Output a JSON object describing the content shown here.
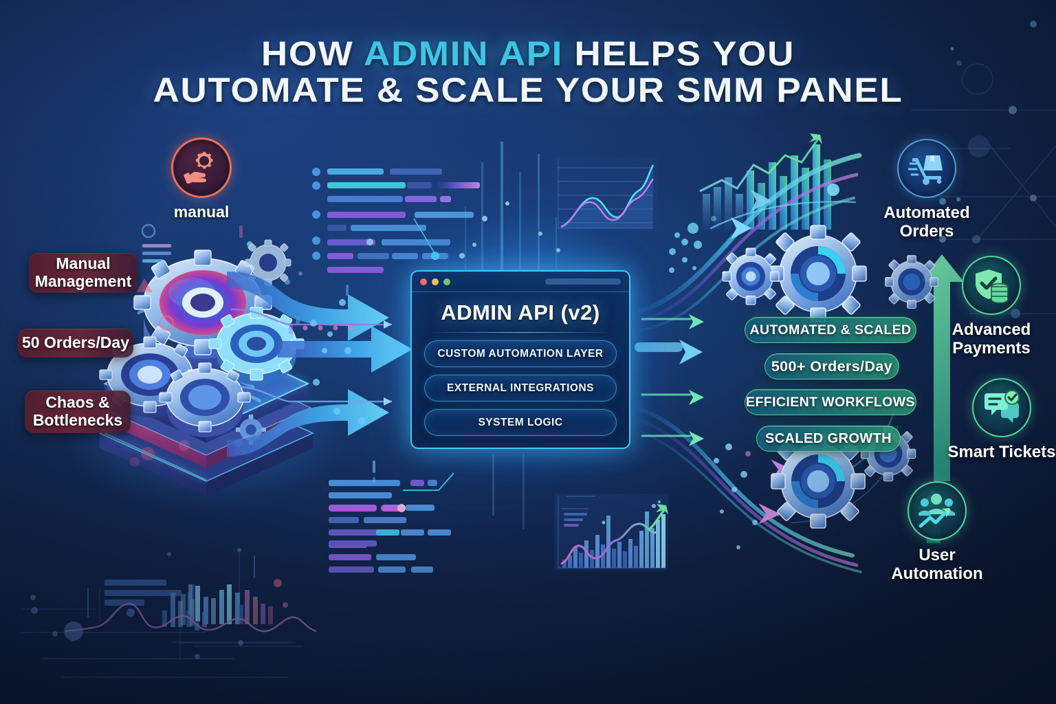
{
  "title": {
    "line1_a": "HOW ",
    "line1_hl": "ADMIN API",
    "line1_b": " HELPS YOU",
    "line2": "AUTOMATE & SCALE YOUR SMM PANEL"
  },
  "left_side": {
    "badge": {
      "label": "manual",
      "icon": "hand-gear-icon"
    },
    "pills": [
      {
        "label": "Manual Management"
      },
      {
        "label": "50 Orders/Day"
      },
      {
        "label": "Chaos & Bottlenecks"
      }
    ],
    "illustration": "isometric-gears-stack"
  },
  "center_panel": {
    "window_dots": [
      "red",
      "yellow",
      "green"
    ],
    "title": "ADMIN API (v2)",
    "chips": [
      {
        "label": "CUSTOM AUTOMATION LAYER"
      },
      {
        "label": "EXTERNAL INTEGRATIONS"
      },
      {
        "label": "SYSTEM LOGIC"
      }
    ]
  },
  "right_side": {
    "pills": [
      {
        "label": "AUTOMATED & SCALED"
      },
      {
        "label": "500+ Orders/Day"
      },
      {
        "label": "EFFICIENT WORKFLOWS"
      },
      {
        "label": "SCALED GROWTH"
      }
    ],
    "features": [
      {
        "label": "Automated Orders",
        "icon": "delivery-cart-icon",
        "tone": "blue"
      },
      {
        "label": "Advanced Payments",
        "icon": "shield-check-coins-icon",
        "tone": "green"
      },
      {
        "label": "Smart Tickets",
        "icon": "chat-check-icon",
        "tone": "green"
      },
      {
        "label": "User Automation",
        "icon": "users-growth-arrow-icon",
        "tone": "green"
      }
    ]
  },
  "colors": {
    "background_top": "#1d4080",
    "background_bottom": "#0c1830",
    "accent_cyan": "#3fc4e8",
    "accent_green": "#4fd9a4",
    "accent_red": "#e8705c",
    "panel_border": "#45c8f5"
  },
  "chart_data": [
    {
      "type": "line",
      "id": "top-line-chart",
      "title": "",
      "x": [
        0,
        1,
        2,
        3,
        4,
        5,
        6,
        7,
        8,
        9,
        10
      ],
      "series": [
        {
          "name": "cyan",
          "values": [
            2,
            14,
            22,
            20,
            16,
            34,
            44,
            38,
            34,
            52,
            68
          ]
        },
        {
          "name": "magenta",
          "values": [
            2,
            18,
            30,
            26,
            16,
            26,
            38,
            34,
            30,
            40,
            52
          ]
        }
      ],
      "grid": true,
      "ylim": [
        0,
        75
      ],
      "xlabel": "",
      "ylabel": ""
    },
    {
      "type": "bar",
      "id": "bottom-bar-chart",
      "title": "",
      "categories": [
        "1",
        "2",
        "3",
        "4",
        "5",
        "6",
        "7",
        "8",
        "9",
        "10",
        "11",
        "12",
        "13",
        "14",
        "15",
        "16",
        "17",
        "18",
        "19",
        "20"
      ],
      "values": [
        10,
        18,
        14,
        26,
        22,
        40,
        30,
        55,
        24,
        32,
        28,
        46,
        38,
        52,
        44,
        70,
        50,
        62,
        58,
        78
      ],
      "overlay_line": [
        8,
        22,
        16,
        28,
        30,
        34,
        26,
        30,
        42,
        56,
        60,
        52,
        58,
        66,
        74,
        86,
        92,
        96,
        98,
        100
      ],
      "grid": false,
      "ylim": [
        0,
        100
      ],
      "xlabel": "",
      "ylabel": ""
    },
    {
      "type": "bar",
      "id": "growth-bar-chart",
      "title": "",
      "categories": [
        "1",
        "2",
        "3",
        "4",
        "5",
        "6",
        "7",
        "8",
        "9",
        "10",
        "11",
        "12"
      ],
      "values": [
        12,
        20,
        26,
        34,
        40,
        48,
        44,
        58,
        54,
        68,
        62,
        88
      ],
      "overlay_line": [
        18,
        26,
        34,
        42,
        50,
        58,
        56,
        70,
        66,
        82,
        84,
        100
      ],
      "grid": false,
      "ylim": [
        0,
        100
      ],
      "xlabel": "",
      "ylabel": ""
    },
    {
      "type": "bar",
      "id": "footer-decor-chart",
      "title": "",
      "categories": [
        "1",
        "2",
        "3",
        "4",
        "5",
        "6",
        "7",
        "8",
        "9",
        "10",
        "11",
        "12",
        "13",
        "14",
        "15",
        "16"
      ],
      "values": [
        22,
        30,
        18,
        46,
        26,
        54,
        36,
        62,
        30,
        70,
        40,
        58,
        48,
        66,
        34,
        52
      ],
      "overlay_line": [
        20,
        34,
        22,
        40,
        28,
        44,
        30,
        48,
        26,
        46,
        32,
        50,
        28,
        44,
        24,
        38
      ],
      "grid": false,
      "ylim": [
        0,
        80
      ],
      "xlabel": "",
      "ylabel": ""
    }
  ]
}
